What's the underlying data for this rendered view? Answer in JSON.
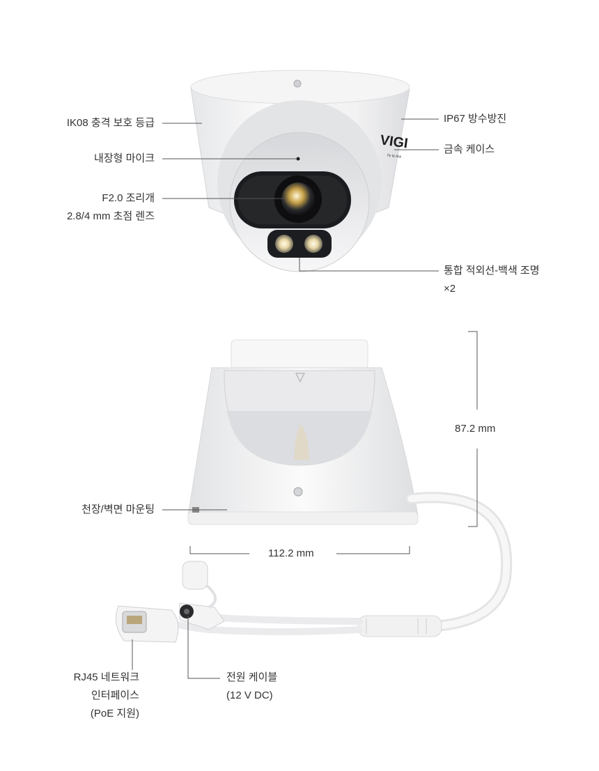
{
  "top_view": {
    "brand": "VIGI",
    "brand_sub": "by tp-link",
    "labels": {
      "ik08": "IK08 충격 보호 등급",
      "mic": "내장형 마이크",
      "lens_line1": "F2.0 조리개",
      "lens_line2": "2.8/4 mm 초점 렌즈",
      "ip67": "IP67 방수방진",
      "metal": "금속 케이스",
      "light_line1": "통합 적외선-백색 조명",
      "light_line2": "×2"
    }
  },
  "side_view": {
    "labels": {
      "height": "87.2 mm",
      "width": "112.2 mm",
      "mount": "천장/벽면 마운팅",
      "rj45_line1": "RJ45 네트워크",
      "rj45_line2": "인터페이스",
      "rj45_line3": "(PoE 지원)",
      "power_line1": "전원 케이블",
      "power_line2": "(12 V DC)"
    }
  },
  "colors": {
    "body": "#f4f4f5",
    "shade": "#d9dadc",
    "dark": "#1b1c1f",
    "line": "#555555"
  }
}
